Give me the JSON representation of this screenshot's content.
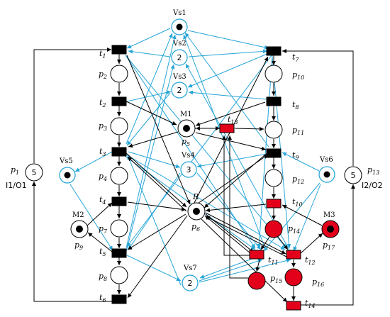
{
  "colors": {
    "black": "#000000",
    "blue": "#27a6d8",
    "red": "#e3001b",
    "place_fill": "#ffffff"
  },
  "places": {
    "p1": {
      "name": "p",
      "sub": "1",
      "tokens": "5"
    },
    "p2": {
      "name": "p",
      "sub": "2"
    },
    "p3": {
      "name": "p",
      "sub": "3"
    },
    "p4": {
      "name": "p",
      "sub": "4"
    },
    "p5": {
      "name": "p",
      "sub": "5",
      "label": "M1"
    },
    "p6": {
      "name": "p",
      "sub": "6",
      "label": "R"
    },
    "p7": {
      "name": "p",
      "sub": "7"
    },
    "p8": {
      "name": "p",
      "sub": "8"
    },
    "p9": {
      "name": "p",
      "sub": "9",
      "label": "M2"
    },
    "p10": {
      "name": "p",
      "sub": "10"
    },
    "p11": {
      "name": "p",
      "sub": "11"
    },
    "p12": {
      "name": "p",
      "sub": "12"
    },
    "p13": {
      "name": "p",
      "sub": "13",
      "tokens": "5"
    },
    "p14": {
      "name": "p",
      "sub": "14"
    },
    "p15": {
      "name": "p",
      "sub": "15"
    },
    "p16": {
      "name": "p",
      "sub": "16"
    },
    "p17": {
      "name": "p",
      "sub": "17",
      "label": "M3"
    }
  },
  "monitors": {
    "vs1": {
      "label": "Vs1"
    },
    "vs2": {
      "label": "Vs2",
      "tokens": "2"
    },
    "vs3": {
      "label": "Vs3",
      "tokens": "2"
    },
    "vs4": {
      "label": "Vs4",
      "tokens": "3"
    },
    "vs5": {
      "label": "Vs5"
    },
    "vs6": {
      "label": "Vs6"
    },
    "vs7": {
      "label": "Vs7",
      "tokens": "2"
    }
  },
  "transitions": {
    "t1": {
      "name": "t",
      "sub": "1"
    },
    "t2": {
      "name": "t",
      "sub": "2"
    },
    "t3": {
      "name": "t",
      "sub": "3"
    },
    "t4": {
      "name": "t",
      "sub": "4"
    },
    "t5": {
      "name": "t",
      "sub": "5"
    },
    "t6": {
      "name": "t",
      "sub": "6"
    },
    "t7": {
      "name": "t",
      "sub": "7"
    },
    "t8": {
      "name": "t",
      "sub": "8"
    },
    "t9": {
      "name": "t",
      "sub": "9"
    },
    "t10": {
      "name": "t",
      "sub": "10"
    },
    "t11": {
      "name": "t",
      "sub": "11"
    },
    "t12": {
      "name": "t",
      "sub": "12"
    },
    "t13": {
      "name": "t",
      "sub": "13"
    },
    "t14": {
      "name": "t",
      "sub": "14"
    }
  },
  "io_labels": {
    "left": "I1/O1",
    "right": "I2/O2"
  }
}
